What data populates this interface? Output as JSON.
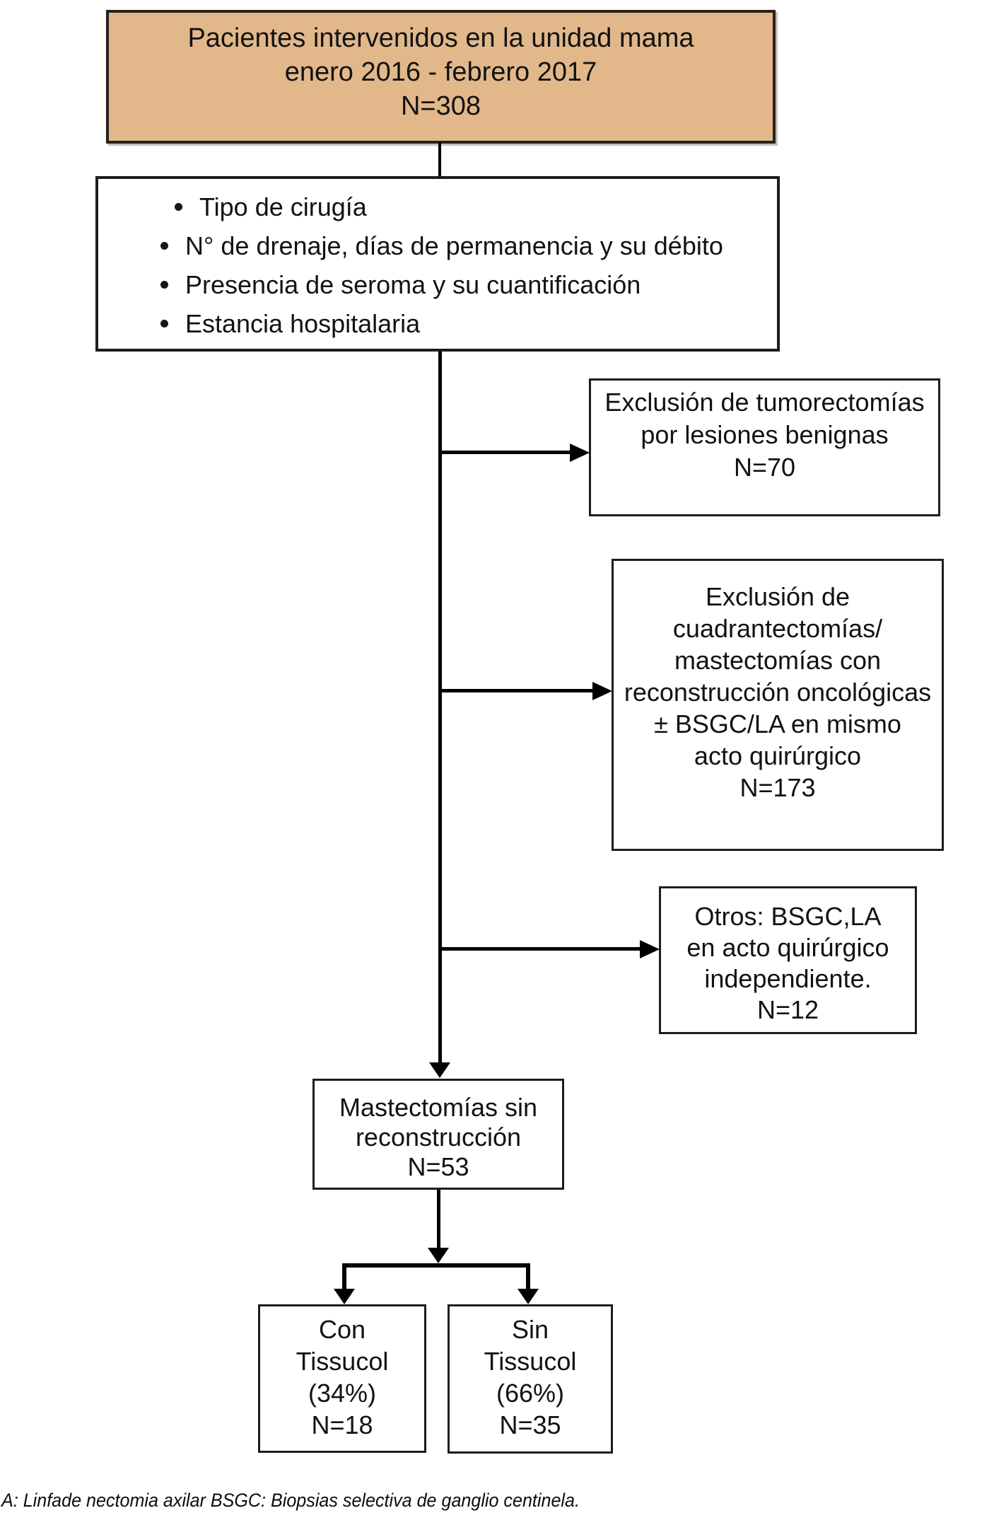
{
  "flowchart": {
    "title_box": {
      "text": "Pacientes intervenidos en la unidad mama\nenero 2016 - febrero 2017\nN=308",
      "fill_color": "#e2b88b",
      "n": 308
    },
    "observations_box": {
      "items": [
        "Tipo de cirugía",
        "N° de drenaje, días de permanencia y su débito",
        "Presencia de seroma y su cuantificación",
        "Estancia hospitalaria"
      ]
    },
    "exclusion_boxes": [
      {
        "text": "Exclusión de tumorectomías\npor lesiones benignas\nN=70",
        "n": 70
      },
      {
        "text": "Exclusión de\ncuadrantectomías/\nmastectomías con\nreconstrucción oncológicas\n± BSGC/LA en mismo\nacto quirúrgico\nN=173",
        "n": 173
      },
      {
        "text": "Otros: BSGC,LA\nen acto quirúrgico\nindependiente.\nN=12",
        "n": 12
      }
    ],
    "mastectomy_box": {
      "text": "Mastectomías sin\nreconstrucción\nN=53",
      "n": 53
    },
    "outcome_boxes": [
      {
        "text": "Con\nTissucol\n(34%)\nN=18",
        "n": 18
      },
      {
        "text": "Sin\nTissucol\n(66%)\nN=35",
        "n": 35
      }
    ],
    "footnote": "A: Linfade nectomia axilar BSGC: Biopsias selectiva de ganglio centinela.",
    "colors": {
      "title_fill": "#e2b88b",
      "box_border": "#1d1d1b",
      "line": "#000000",
      "background": "#ffffff"
    }
  }
}
